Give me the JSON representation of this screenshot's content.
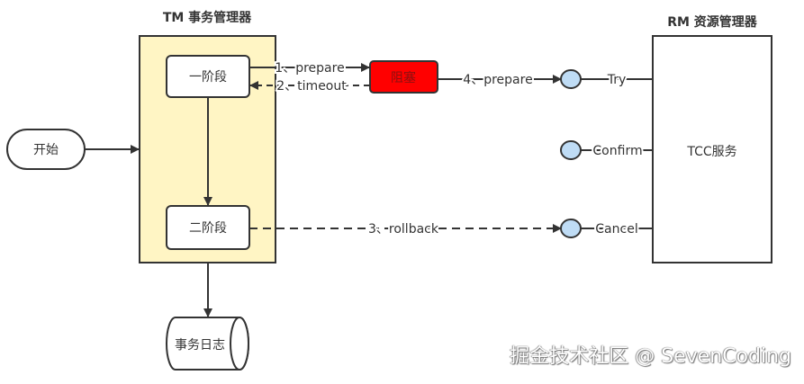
{
  "tm": {
    "title": "TM 事务管理器",
    "phase1": "一阶段",
    "phase2": "二阶段"
  },
  "rm": {
    "title": "RM 资源管理器",
    "service": "TCC服务"
  },
  "start": "开始",
  "log": "事务日志",
  "block": {
    "label": "阻塞",
    "color": "#ff0000"
  },
  "edges": {
    "prepare1": "1、prepare",
    "timeout2": "2、timeout",
    "rollback3": "3、rollback",
    "prepare4": "4、prepare"
  },
  "interfaces": {
    "try": "Try",
    "confirm": "Confirm",
    "cancel": "Cancel"
  },
  "colors": {
    "tm_fill": "#fff5c4",
    "port_fill": "#bfdcf5",
    "stroke": "#333333"
  },
  "watermark": "掘金技术社区 @ SevenCoding"
}
